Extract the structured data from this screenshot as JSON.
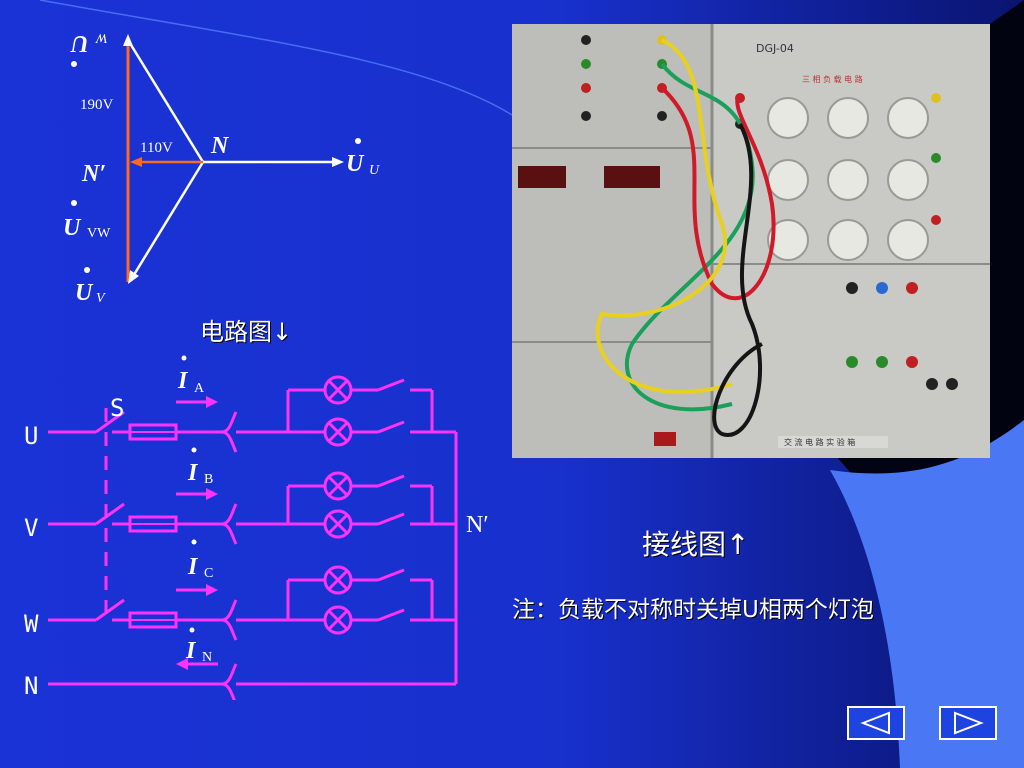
{
  "phasor": {
    "v_190": "190V",
    "v_110": "110V",
    "node_n": "N",
    "node_n_prime": "N′",
    "label_uw": "U",
    "label_uw_sub": "W",
    "label_uu": "U",
    "label_uu_sub": "U",
    "label_uvw": "U",
    "label_uvw_sub": "VW",
    "label_uv": "U",
    "label_uv_sub": "V"
  },
  "circuit": {
    "switch_label": "S",
    "line_u": "U",
    "line_v": "V",
    "line_w": "W",
    "line_n": "N",
    "node_n_prime": "N′",
    "current_a": "I",
    "current_a_sub": "A",
    "current_b": "I",
    "current_b_sub": "B",
    "current_c": "I",
    "current_c_sub": "C",
    "current_n": "I",
    "current_n_sub": "N"
  },
  "captions": {
    "circuit_diagram": "电路图↓",
    "wiring_diagram": "接线图↑",
    "note": "注：负载不对称时关掉U相两个灯泡"
  },
  "photo": {
    "panel_model": "DGJ-04",
    "panel_title": "三 相 负 载 电 路",
    "bottom_label": "交 流 电 路 实 验 箱"
  },
  "colors": {
    "background": "#0b1f6e",
    "accent_blue": "#3d6bf0",
    "circuit_magenta": "#ff33ff",
    "phasor_orange": "#ff6a1a"
  }
}
